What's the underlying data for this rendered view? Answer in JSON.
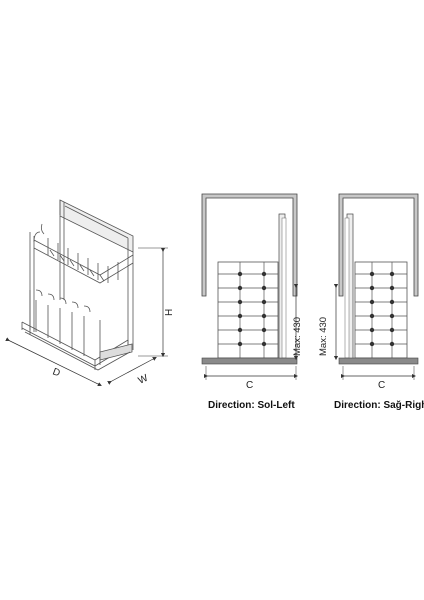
{
  "iso_view": {
    "dimension_labels": {
      "depth": "D",
      "width": "W",
      "height": "H"
    }
  },
  "left_view": {
    "direction_label": "Direction: Sol-Left",
    "max_label": "Max: 430",
    "width_label": "C"
  },
  "right_view": {
    "direction_label": "Direction: Sağ-Right",
    "max_label": "Max: 430",
    "width_label": "C"
  },
  "colors": {
    "line": "#333333",
    "rack": "#555555",
    "cabinet_fill": "#c8c8c8",
    "base_fill": "#8a8a8a"
  }
}
